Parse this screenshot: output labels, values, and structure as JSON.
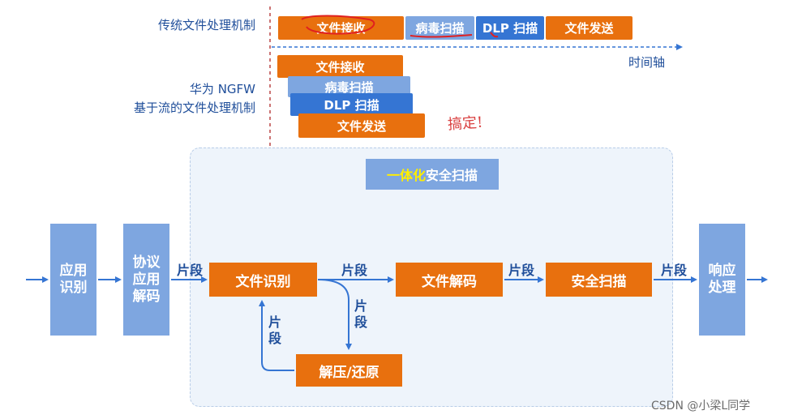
{
  "top": {
    "traditional_label": "传统文件处理机制",
    "traditional_bars": [
      "文件接收",
      "病毒扫描",
      "DLP 扫描",
      "文件发送"
    ],
    "timeline_label": "时间轴",
    "ngfw_label_line1": "华为 NGFW",
    "ngfw_label_line2": "基于流的文件处理机制",
    "ngfw_bars": [
      "文件接收",
      "病毒扫描",
      "DLP 扫描",
      "文件发送"
    ],
    "handwritten_note": "搞定!"
  },
  "panel": {
    "title_highlight": "一体化",
    "title_rest": "安全扫描"
  },
  "flow": {
    "app_identify": "应用\n识别",
    "protocol_decode": "协议\n应用\n解码",
    "file_identify": "文件识别",
    "file_decode": "文件解码",
    "security_scan": "安全扫描",
    "decompress": "解压/还原",
    "response": "响应\n处理",
    "segment_label": "片段",
    "segment_vertical": "片\n段"
  },
  "watermark": "CSDN @小梁L同学",
  "colors": {
    "orange": "#e8700e",
    "light_blue": "#7ea6e0",
    "mid_blue": "#3575d3",
    "arrow_blue": "#3575d3",
    "label_blue": "#1f4e9a",
    "highlight_yellow": "#ffee00"
  }
}
